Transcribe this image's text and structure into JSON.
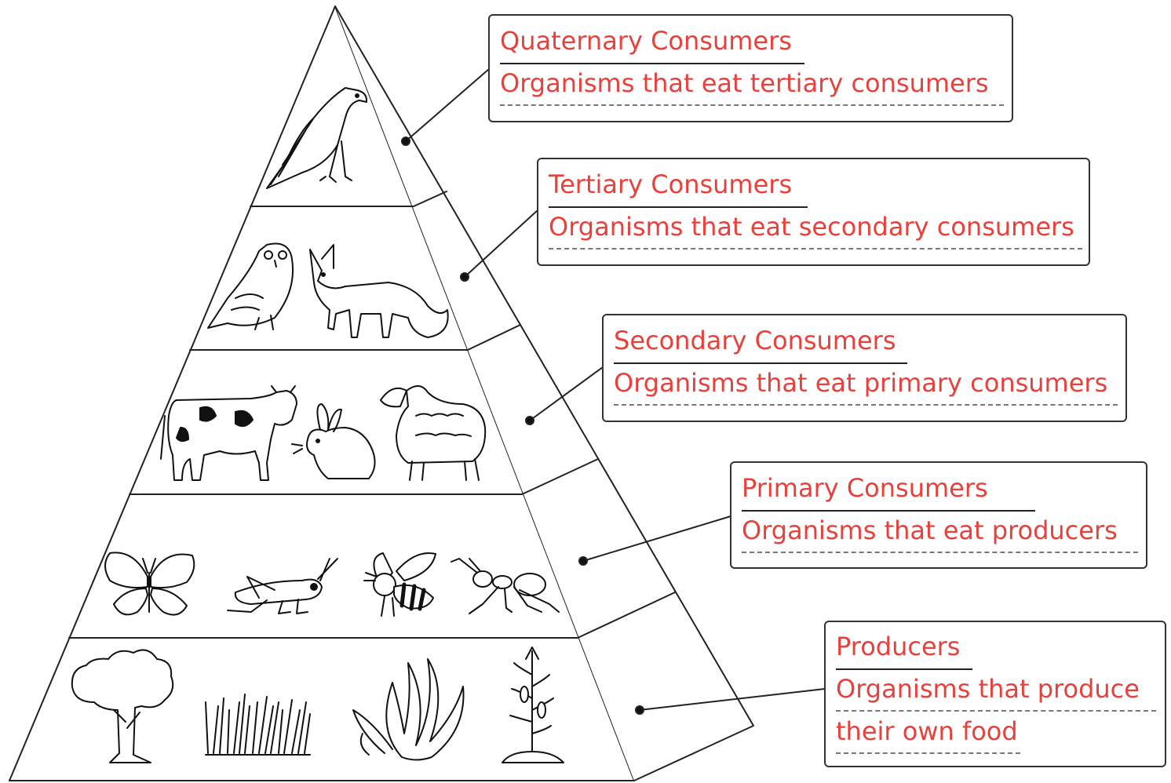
{
  "levels": [
    {
      "title": "Quaternary Consumers",
      "description": "Organisms that eat tertiary consumers",
      "icons": [
        "eagle-icon"
      ]
    },
    {
      "title": "Tertiary Consumers",
      "description": "Organisms that eat secondary consumers",
      "icons": [
        "owl-icon",
        "fox-icon"
      ]
    },
    {
      "title": "Secondary Consumers",
      "description": "Organisms that eat primary consumers",
      "icons": [
        "cow-icon",
        "rabbit-icon",
        "sheep-icon"
      ]
    },
    {
      "title": "Primary Consumers",
      "description": "Organisms that eat producers",
      "icons": [
        "butterfly-icon",
        "grasshopper-icon",
        "bee-icon",
        "ant-icon"
      ]
    },
    {
      "title": "Producers",
      "description": "Organisms that produce",
      "description_line2": "their own food",
      "icons": [
        "tree-icon",
        "grass-icon",
        "seaweed-icon",
        "corn-plant-icon"
      ]
    }
  ],
  "colors": {
    "label_text": "#e8413c",
    "line": "#222222",
    "dashed": "#777777"
  }
}
